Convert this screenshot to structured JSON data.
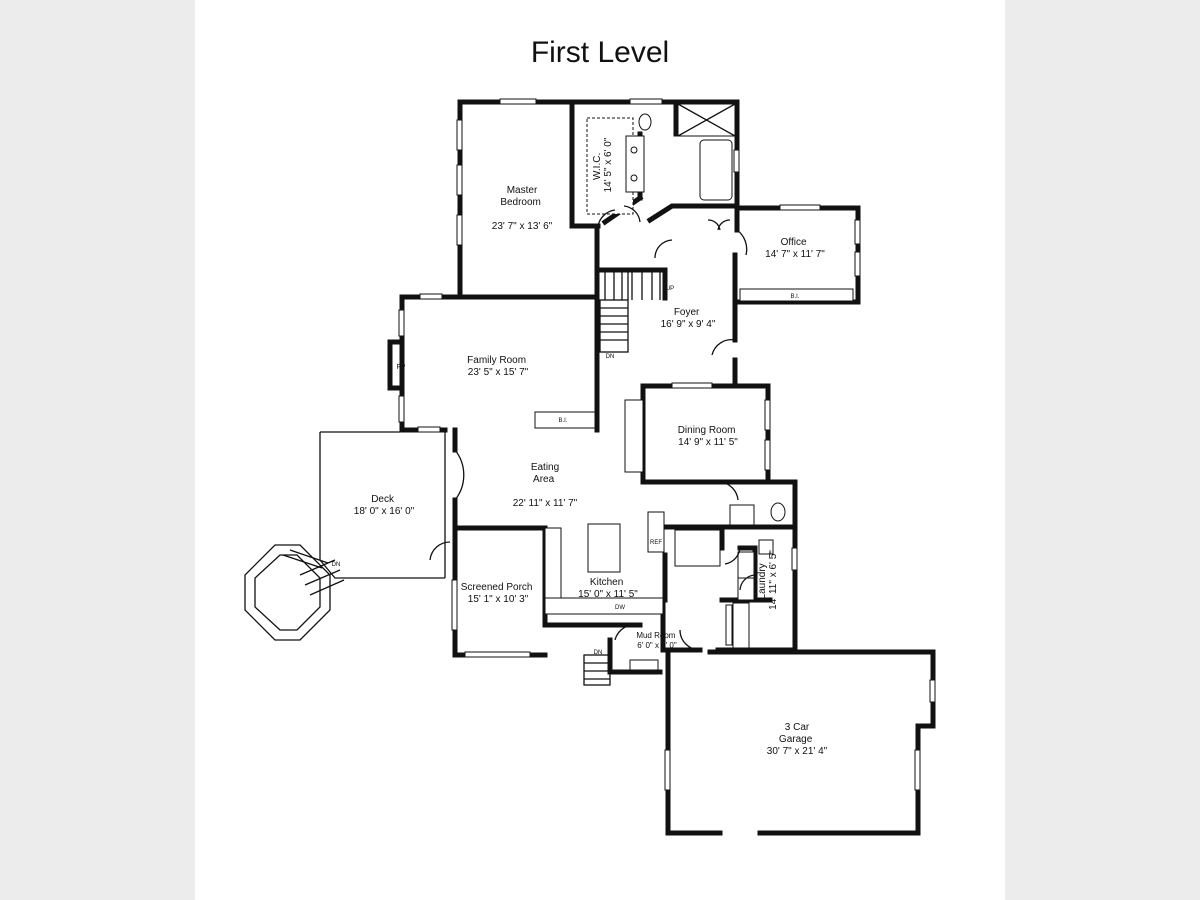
{
  "title": "First Level",
  "rooms": [
    {
      "name": "Master\nBedroom",
      "dims": "23' 7\" x 13' 6\""
    },
    {
      "name": "W.I.C.",
      "dims": "14' 5\" x 6' 0\""
    },
    {
      "name": "Office",
      "dims": "14' 7\" x 11' 7\""
    },
    {
      "name": "Foyer",
      "dims": "16' 9\" x 9' 4\""
    },
    {
      "name": "Family Room",
      "dims": "23' 5\" x 15' 7\""
    },
    {
      "name": "Dining Room",
      "dims": "14' 9\" x 11' 5\""
    },
    {
      "name": "Eating\nArea",
      "dims": "22' 11\" x 11' 7\""
    },
    {
      "name": "Deck",
      "dims": "18' 0\" x 16' 0\""
    },
    {
      "name": "Screened Porch",
      "dims": "15' 1\" x 10' 3\""
    },
    {
      "name": "Kitchen",
      "dims": "15' 0\" x 11' 5\""
    },
    {
      "name": "Laundry",
      "dims": "14' 11\" x 6' 5\""
    },
    {
      "name": "Mud Room",
      "dims": "6' 0\" x 6' 0\""
    },
    {
      "name": "3 Car\nGarage",
      "dims": "30' 7\" x 21' 4\""
    }
  ],
  "labels": {
    "fp": "FP",
    "bi": "B.I.",
    "up": "UP",
    "dn": "DN",
    "ref": "REF",
    "dw": "DW"
  }
}
